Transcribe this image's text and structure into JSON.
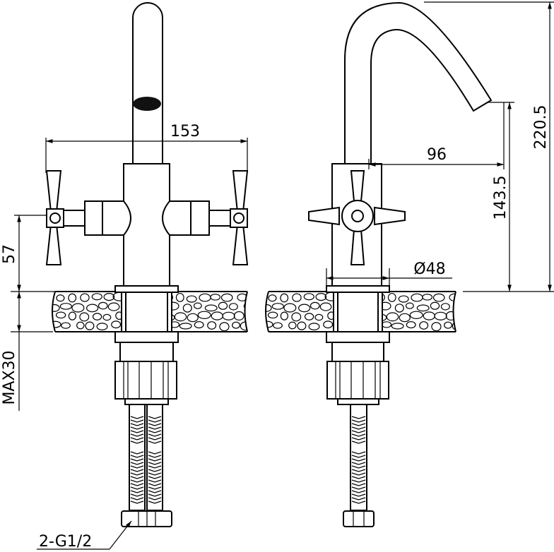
{
  "dimensions": {
    "spread_width": "153",
    "handle_height": "57",
    "max_counter_thickness": "MAX30",
    "connection": "2-G1/2",
    "spout_reach": "96",
    "spout_outlet_height": "143.5",
    "total_height": "220.5",
    "base_diameter": "Ø48"
  },
  "colors": {
    "line": "#000000",
    "background": "#ffffff"
  }
}
